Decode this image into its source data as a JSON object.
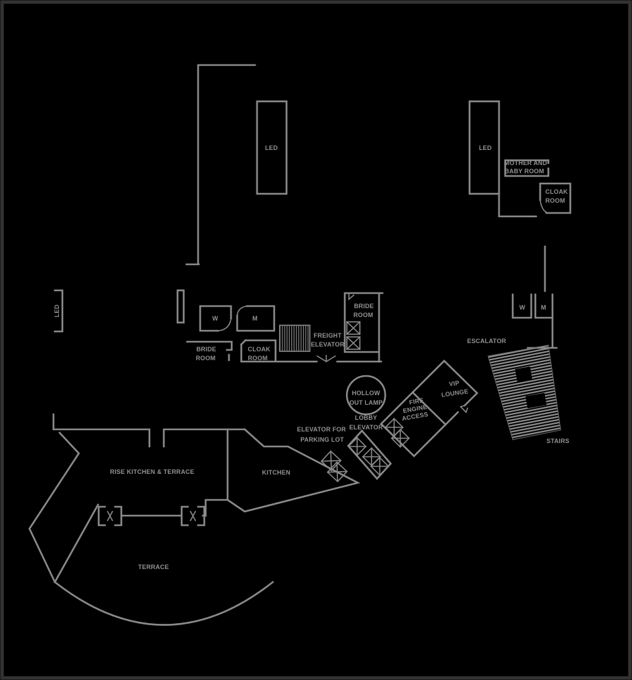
{
  "colors": {
    "background": "#000000",
    "wall": "#8a8a8a",
    "text": "#929292",
    "frame": "#333333"
  },
  "labels": {
    "led_left": {
      "text": "LED"
    },
    "led_right": {
      "text": "LED"
    },
    "led_side": {
      "text": "LED"
    },
    "mother_baby": {
      "lines": [
        "MOTHER AND",
        "BABY ROOM"
      ]
    },
    "cloak_top_right": {
      "lines": [
        "CLOAK",
        "ROOM"
      ]
    },
    "w_mid": {
      "text": "W"
    },
    "m_mid": {
      "text": "M"
    },
    "bride_left": {
      "lines": [
        "BRIDE",
        "ROOM"
      ]
    },
    "cloak_mid": {
      "lines": [
        "CLOAK",
        "ROOM"
      ]
    },
    "freight_elevator": {
      "lines": [
        "FREIGHT",
        "ELEVATOR"
      ]
    },
    "bride_right": {
      "lines": [
        "BRIDE",
        "ROOM"
      ]
    },
    "w_right": {
      "text": "W"
    },
    "m_right": {
      "text": "M"
    },
    "escalator": {
      "text": "ESCALATOR"
    },
    "stairs": {
      "text": "STAIRS"
    },
    "vip_lounge": {
      "lines": [
        "VIP",
        "LOUNGE"
      ]
    },
    "fire_engine_access": {
      "lines": [
        "FIRE",
        "ENGINE",
        "ACCESS"
      ]
    },
    "hollow_out_lamp": {
      "lines": [
        "HOLLOW",
        "OUT LAMP"
      ]
    },
    "lobby_elevator": {
      "lines": [
        "LOBBY",
        "ELEVATOR"
      ]
    },
    "elevator_parking": {
      "lines": [
        "ELEVATOR FOR",
        "PARKING LOT"
      ]
    },
    "kitchen": {
      "text": "KITCHEN"
    },
    "rise_kitchen": {
      "text": "RISE KITCHEN & TERRACE"
    },
    "terrace": {
      "text": "TERRACE"
    }
  }
}
